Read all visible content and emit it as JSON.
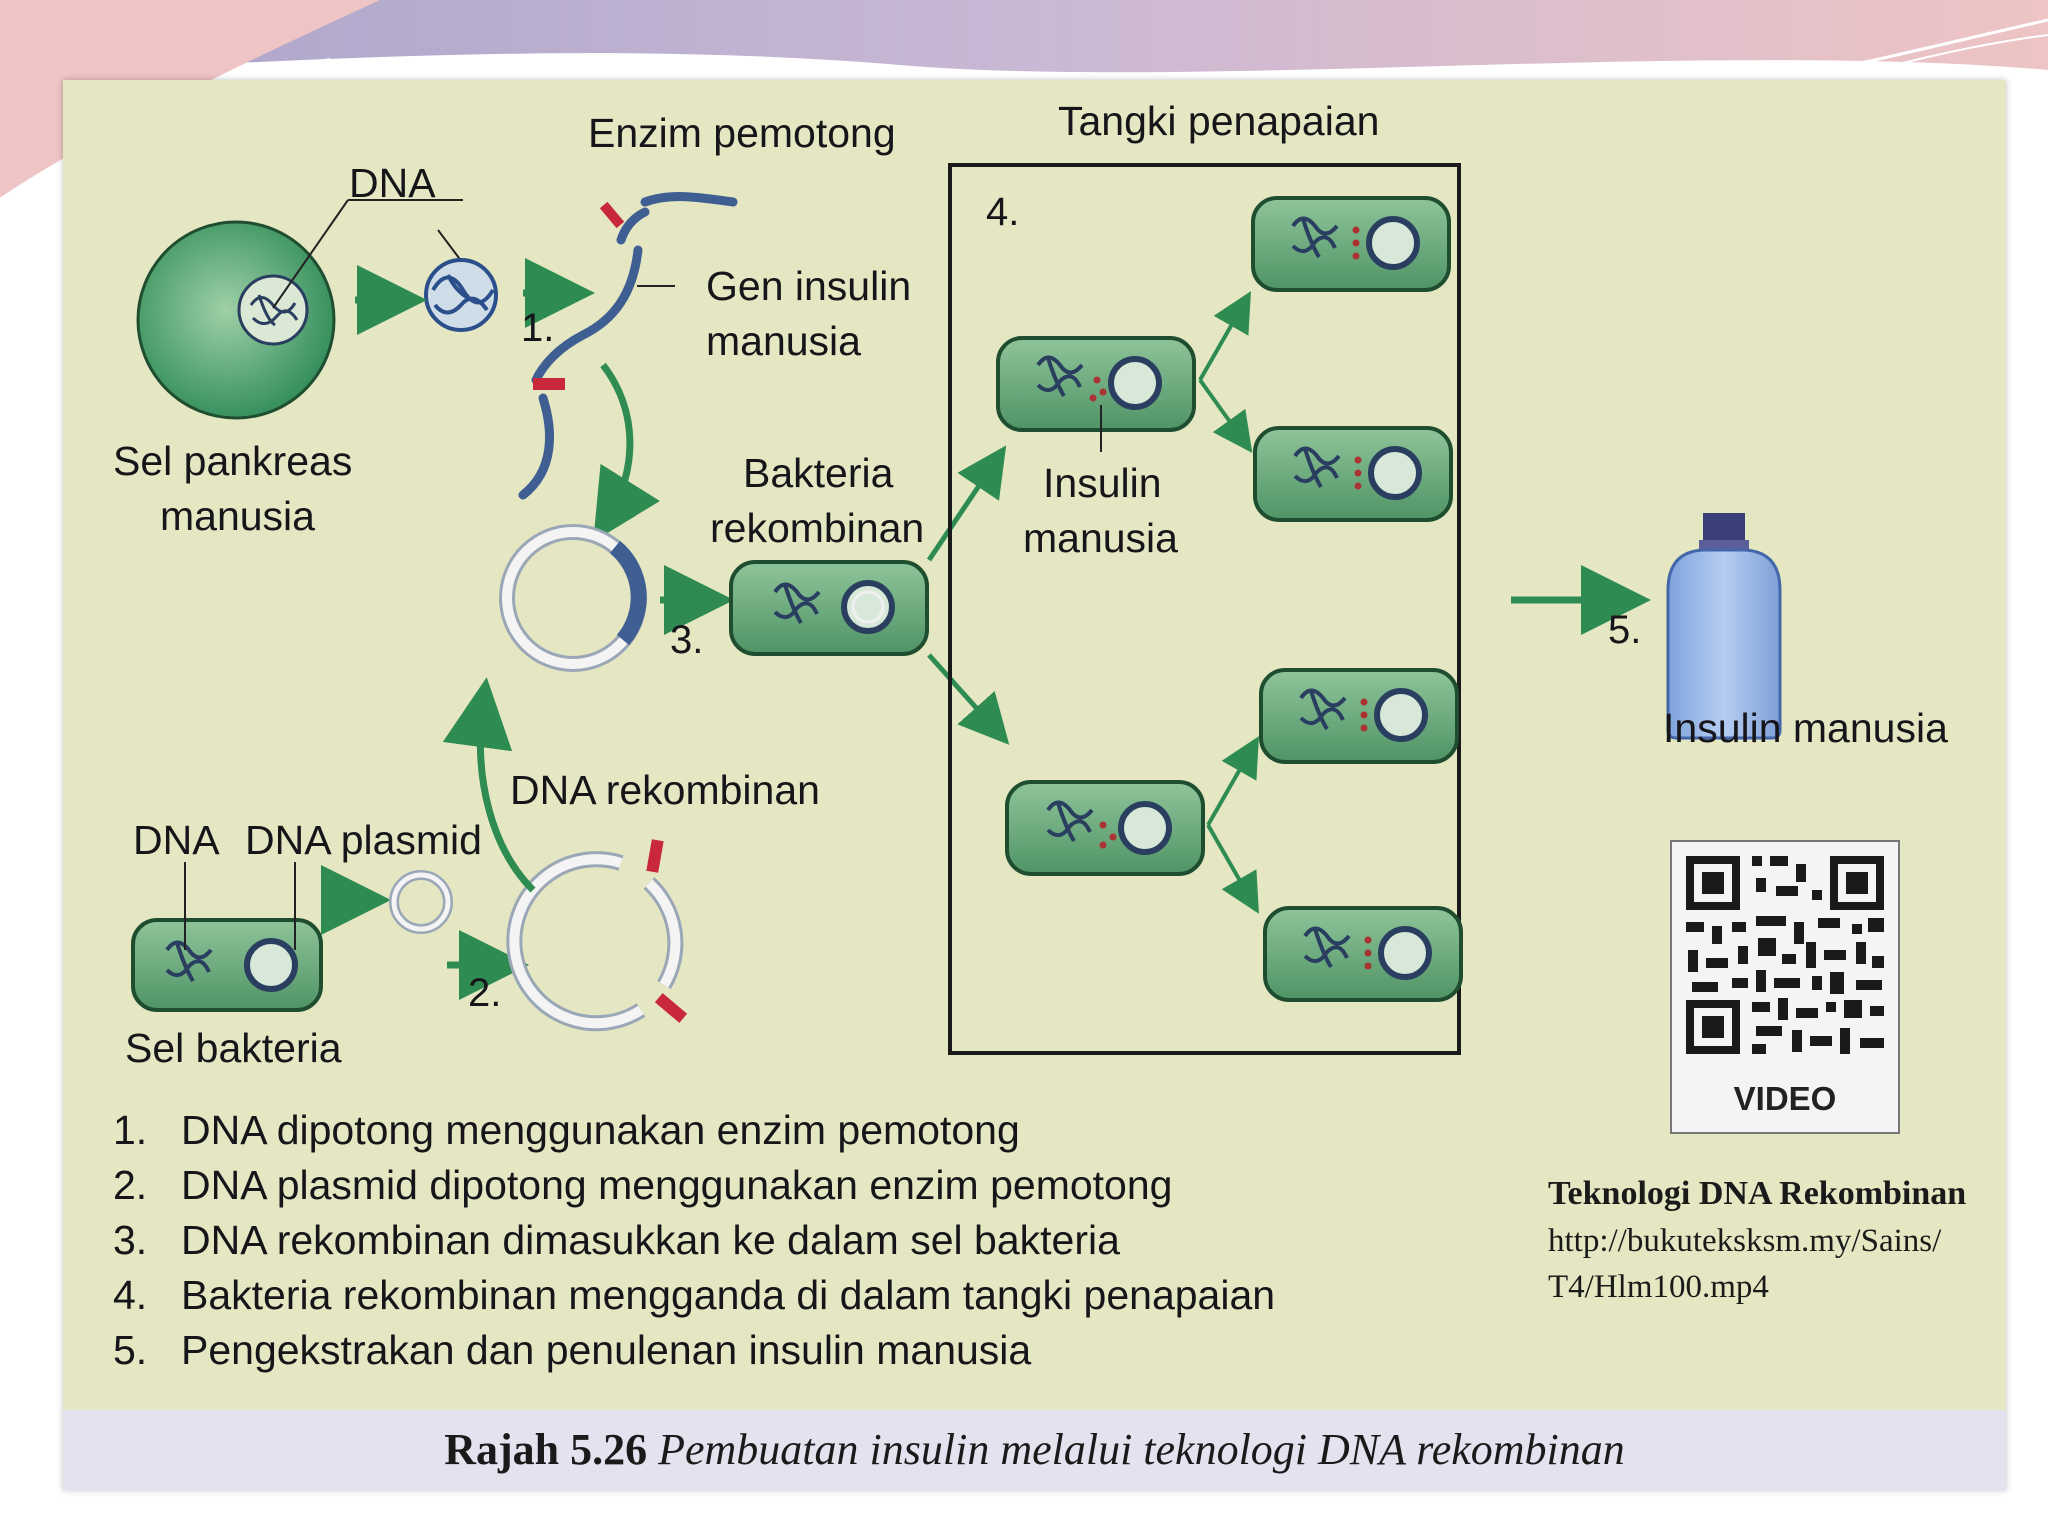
{
  "colors": {
    "slide_header_pink": "#eec4c4",
    "slide_header_purple": "#a9a3c9",
    "page_background": "#e4e7c2",
    "cell_green": "#6ea682",
    "cell_dark_green": "#2f6a43",
    "dna_blue": "#3f5f93",
    "enzyme_red": "#c8283a",
    "arrow_green": "#2e8b52",
    "bottle_blue": "#8fb0e6"
  },
  "labels": {
    "enzim_pemotong": "Enzim pemotong",
    "tangki_penapaian": "Tangki penapaian",
    "dna_top": "DNA",
    "gen_insulin_line1": "Gen insulin",
    "gen_insulin_line2": "manusia",
    "sel_pankreas_line1": "Sel pankreas",
    "sel_pankreas_line2": "manusia",
    "bakteria_rekombinan_line1": "Bakteria",
    "bakteria_rekombinan_line2": "rekombinan",
    "insulin_manusia_tank_line1": "Insulin",
    "insulin_manusia_tank_line2": "manusia",
    "dna_rekombinan": "DNA rekombinan",
    "dna_bottom": "DNA",
    "dna_plasmid": "DNA plasmid",
    "sel_bakteria": "Sel bakteria",
    "insulin_manusia_product": "Insulin manusia"
  },
  "step_markers": [
    "1.",
    "2.",
    "3.",
    "4.",
    "5."
  ],
  "steps": [
    {
      "num": "1.",
      "text": "DNA dipotong menggunakan enzim pemotong"
    },
    {
      "num": "2.",
      "text": "DNA plasmid dipotong menggunakan enzim pemotong"
    },
    {
      "num": "3.",
      "text": "DNA rekombinan dimasukkan ke dalam sel bakteria"
    },
    {
      "num": "4.",
      "text": "Bakteria rekombinan mengganda di dalam tangki penapaian"
    },
    {
      "num": "5.",
      "text": "Pengekstrakan dan penulenan insulin manusia"
    }
  ],
  "video": {
    "badge": "VIDEO",
    "title": "Teknologi DNA Rekombinan",
    "link_line1": "http://bukuteksksm.my/Sains/",
    "link_line2": "T4/Hlm100.mp4"
  },
  "caption": {
    "label": "Rajah 5.26",
    "text": "Pembuatan insulin melalui teknologi DNA rekombinan"
  }
}
